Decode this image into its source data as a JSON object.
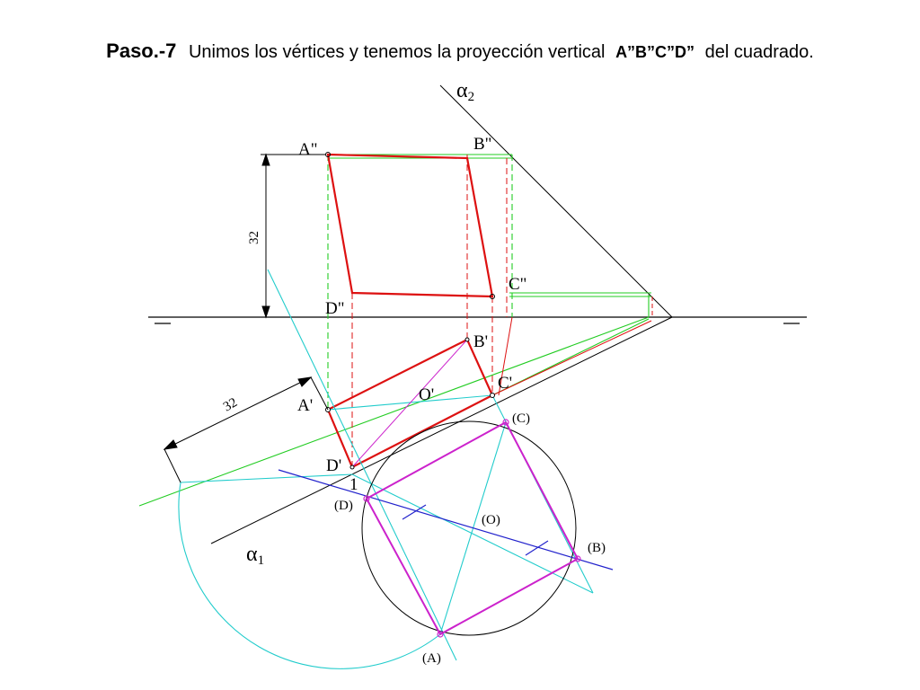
{
  "title": {
    "step": "Paso.-7",
    "text_before": "Unimos los vértices y tenemos la proyección vertical",
    "projection": "A”B”C”D”",
    "text_after": "del cuadrado."
  },
  "labels": {
    "A2": "A\"",
    "B2": "B\"",
    "C2": "C\"",
    "D2": "D\"",
    "A1": "A'",
    "B1": "B'",
    "C1": "C'",
    "D1": "D'",
    "O1": "O'",
    "Ar": "(A)",
    "Br": "(B)",
    "Cr": "(C)",
    "Dr": "(D)",
    "Or": "(O)",
    "one": "1",
    "dim_vertical": "32",
    "dim_oblique": "32",
    "alpha": "α",
    "sub2": "2",
    "sub1": "1"
  },
  "colors": {
    "red": "#dd1111",
    "green": "#22cc22",
    "cyan": "#22cccc",
    "magenta": "#cc22cc",
    "blue": "#2222cc",
    "black": "#000000"
  }
}
